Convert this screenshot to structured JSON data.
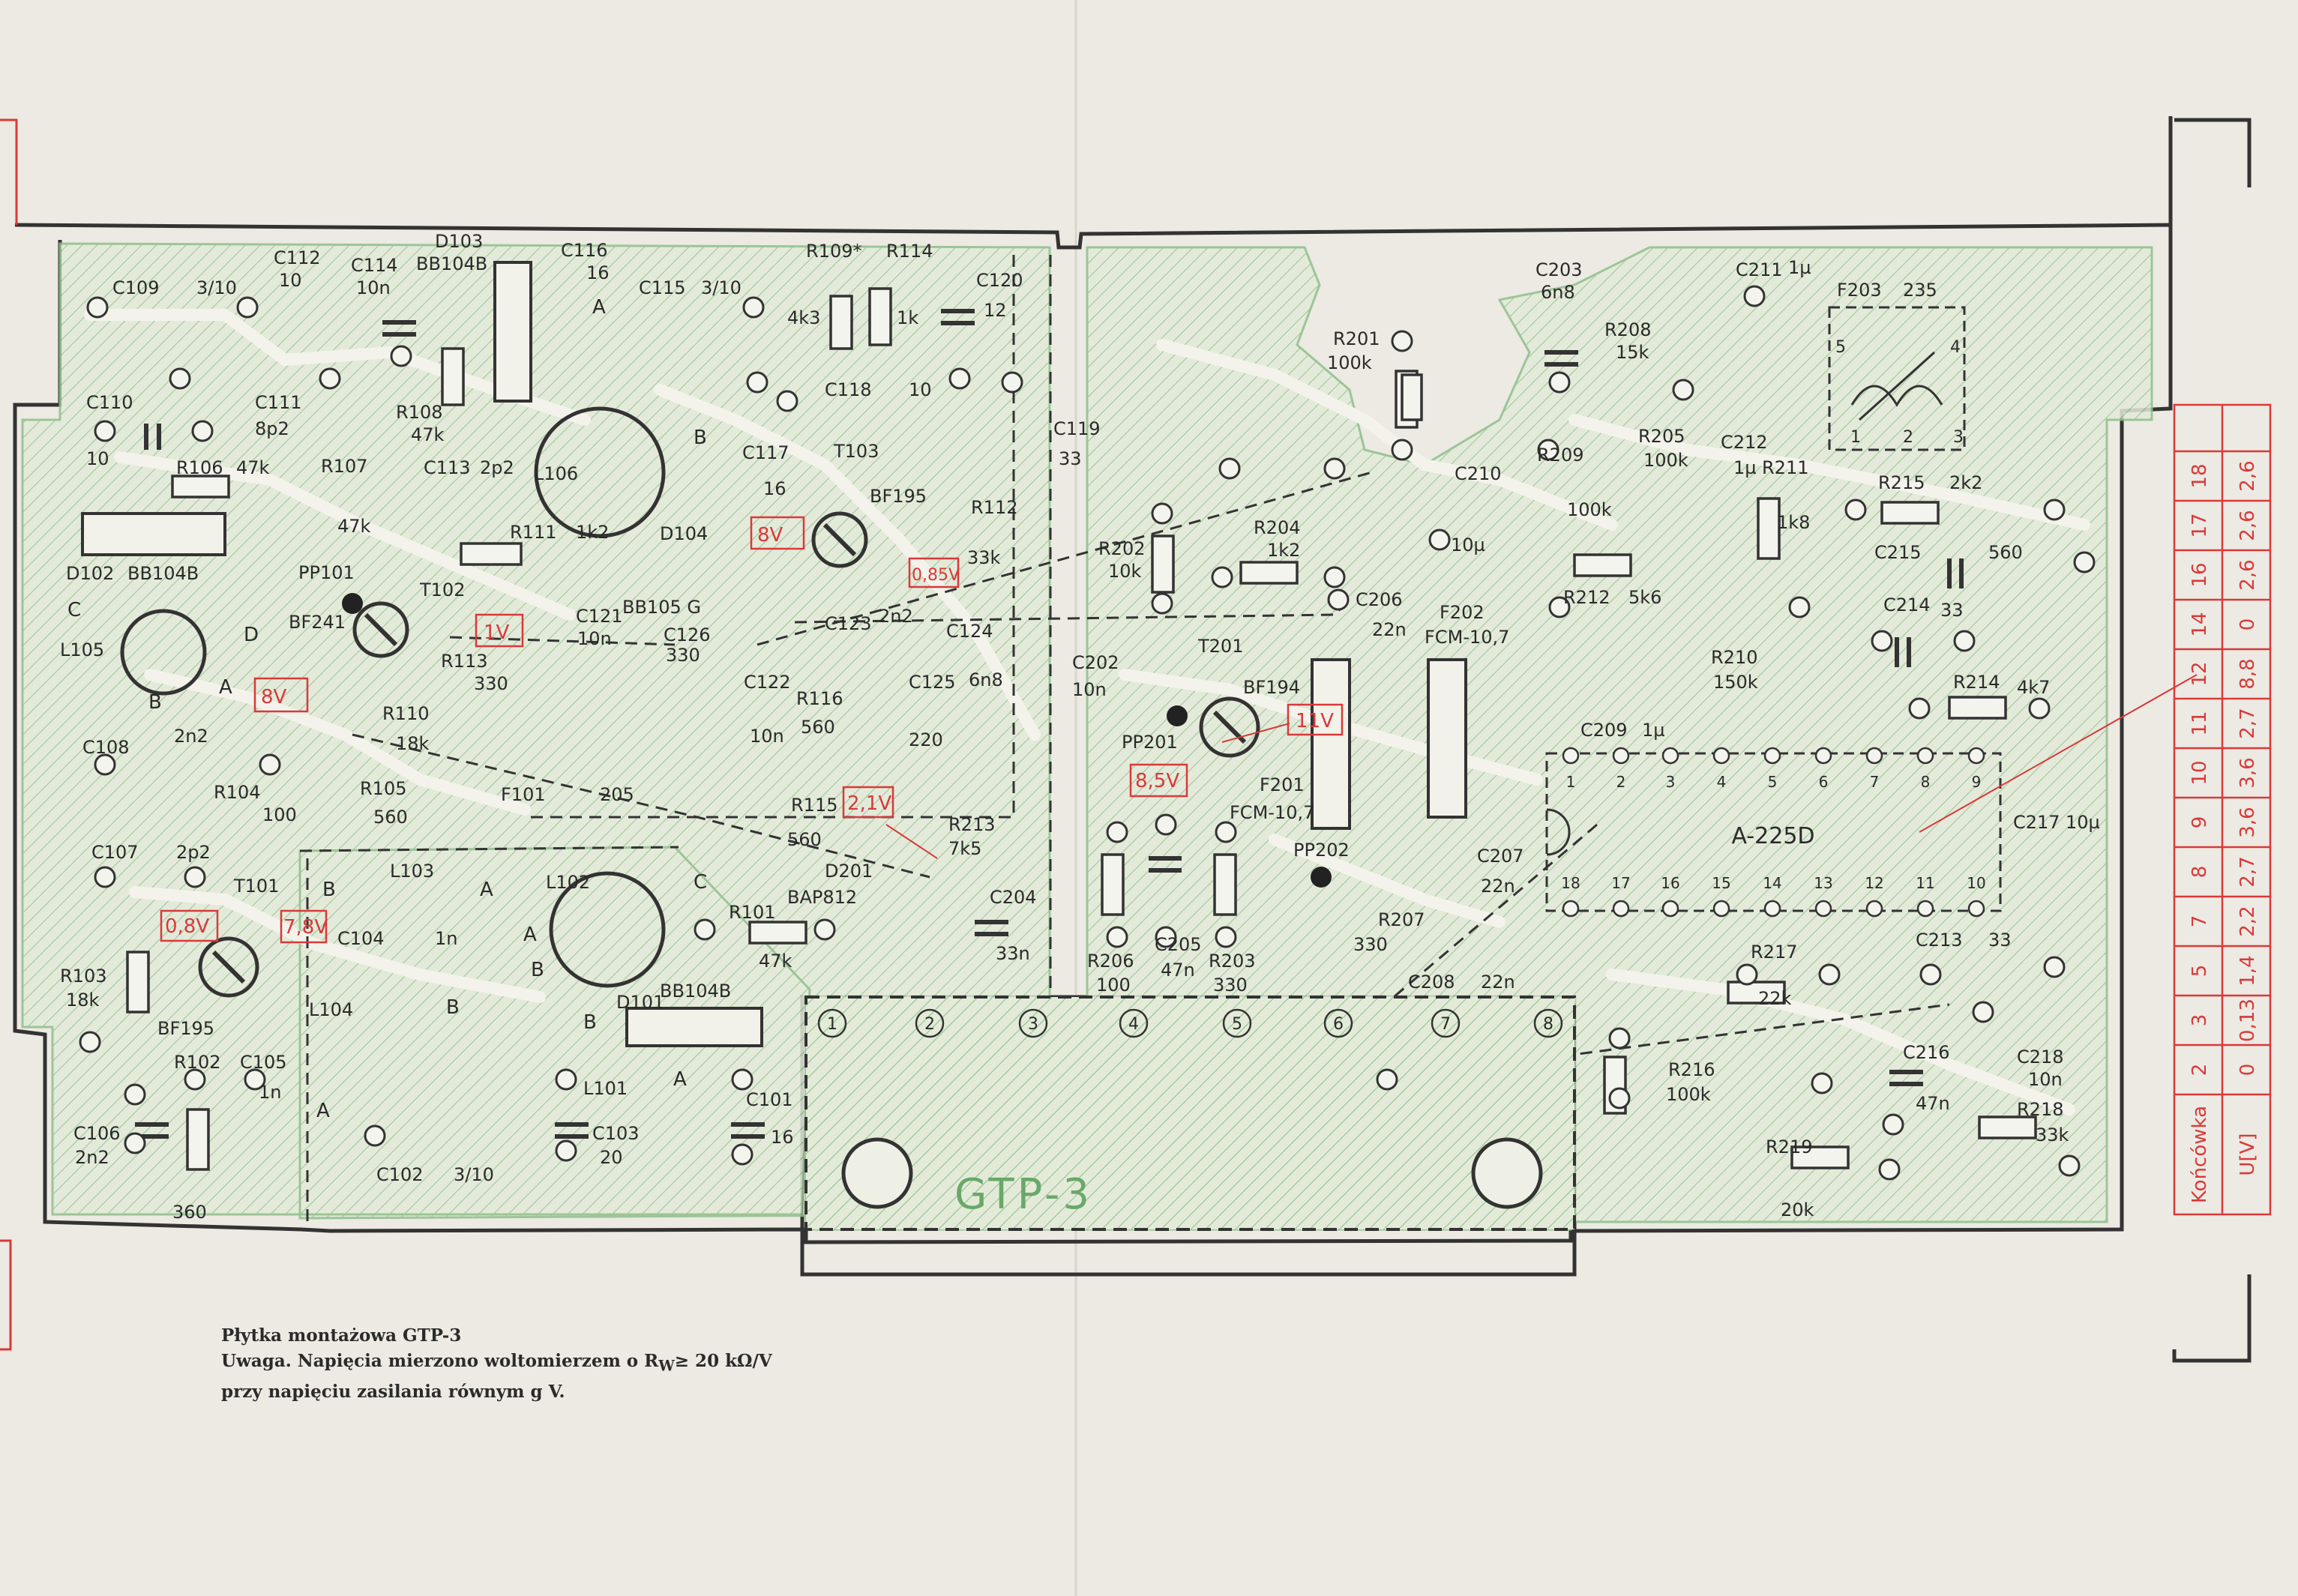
{
  "board_label": "GTP-3",
  "caption": {
    "line1": "Płytka montażowa GTP-3",
    "line2": "Uwaga. Napięcia mierzono woltomierzem o R",
    "line2_sub": "W",
    "line2_tail": "≥ 20 kΩ/V",
    "line3": "przy napięciu zasilania równym g V."
  },
  "colors": {
    "paper": "#eceae3",
    "ink": "#2a2a2a",
    "board_fill": "#e3ebd8",
    "hatch": "#9cc49a",
    "voltage_red": "#d83a3a"
  },
  "components": [
    {
      "ref": "C109",
      "value": "3/10"
    },
    {
      "ref": "C112",
      "value": "10"
    },
    {
      "ref": "C114",
      "value": "10n"
    },
    {
      "ref": "D103",
      "value": "BB104B"
    },
    {
      "ref": "C116",
      "value": "16"
    },
    {
      "ref": "C115",
      "value": "3/10"
    },
    {
      "ref": "R109*",
      "value": "4k3"
    },
    {
      "ref": "R114",
      "value": "1k"
    },
    {
      "ref": "C120",
      "value": "12"
    },
    {
      "ref": "C110",
      "value": "10"
    },
    {
      "ref": "C111",
      "value": "8p2"
    },
    {
      "ref": "R108",
      "value": "47k"
    },
    {
      "ref": "C118",
      "value": "10"
    },
    {
      "ref": "C119",
      "value": "33"
    },
    {
      "ref": "R106",
      "value": "47k"
    },
    {
      "ref": "R107",
      "value": "47k"
    },
    {
      "ref": "C113",
      "value": "2p2"
    },
    {
      "ref": "L106",
      "value": ""
    },
    {
      "ref": "C117",
      "value": "16"
    },
    {
      "ref": "T103",
      "value": "BF195"
    },
    {
      "ref": "R112",
      "value": "33k"
    },
    {
      "ref": "D102",
      "value": "BB104B"
    },
    {
      "ref": "R111",
      "value": "1k2"
    },
    {
      "ref": "D104",
      "value": "BB105 G"
    },
    {
      "ref": "PP101",
      "value": ""
    },
    {
      "ref": "T102",
      "value": "BF241"
    },
    {
      "ref": "C121",
      "value": "10n"
    },
    {
      "ref": "C123",
      "value": "2n2"
    },
    {
      "ref": "C124",
      "value": "6n8"
    },
    {
      "ref": "L105",
      "value": ""
    },
    {
      "ref": "R113",
      "value": "330"
    },
    {
      "ref": "C126",
      "value": "330"
    },
    {
      "ref": "C122",
      "value": "10n"
    },
    {
      "ref": "R116",
      "value": "560"
    },
    {
      "ref": "C125",
      "value": "220"
    },
    {
      "ref": "R110",
      "value": "18k"
    },
    {
      "ref": "C108",
      "value": "2n2"
    },
    {
      "ref": "R104",
      "value": "100"
    },
    {
      "ref": "R105",
      "value": "560"
    },
    {
      "ref": "F101",
      "value": "205"
    },
    {
      "ref": "R115",
      "value": "560"
    },
    {
      "ref": "R213",
      "value": "7k5"
    },
    {
      "ref": "C107",
      "value": "2p2"
    },
    {
      "ref": "T101",
      "value": "BF195"
    },
    {
      "ref": "L103",
      "value": ""
    },
    {
      "ref": "L102",
      "value": ""
    },
    {
      "ref": "D201",
      "value": "BAP812"
    },
    {
      "ref": "C204",
      "value": "33n"
    },
    {
      "ref": "R101",
      "value": "47k"
    },
    {
      "ref": "C104",
      "value": "1n"
    },
    {
      "ref": "R103",
      "value": "18k"
    },
    {
      "ref": "L104",
      "value": ""
    },
    {
      "ref": "D101",
      "value": "BB104B"
    },
    {
      "ref": "R102",
      "value": "360"
    },
    {
      "ref": "C105",
      "value": "1n"
    },
    {
      "ref": "L101",
      "value": ""
    },
    {
      "ref": "C101",
      "value": "16"
    },
    {
      "ref": "C106",
      "value": "2n2"
    },
    {
      "ref": "C102",
      "value": "3/10"
    },
    {
      "ref": "C103",
      "value": "20"
    },
    {
      "ref": "C203",
      "value": "6n8"
    },
    {
      "ref": "C211",
      "value": "1µ"
    },
    {
      "ref": "F203",
      "value": "235"
    },
    {
      "ref": "R201",
      "value": "100k"
    },
    {
      "ref": "R208",
      "value": "15k"
    },
    {
      "ref": "R205",
      "value": "100k"
    },
    {
      "ref": "C212",
      "value": "1µ"
    },
    {
      "ref": "R209",
      "value": "100k"
    },
    {
      "ref": "C210",
      "value": "10µ"
    },
    {
      "ref": "R211",
      "value": "1k8"
    },
    {
      "ref": "R215",
      "value": "2k2"
    },
    {
      "ref": "R202",
      "value": "10k"
    },
    {
      "ref": "R204",
      "value": "1k2"
    },
    {
      "ref": "R212",
      "value": "5k6"
    },
    {
      "ref": "C215",
      "value": "560"
    },
    {
      "ref": "C206",
      "value": "22n"
    },
    {
      "ref": "F202",
      "value": "FCM-10,7"
    },
    {
      "ref": "C214",
      "value": "33"
    },
    {
      "ref": "C202",
      "value": "10n"
    },
    {
      "ref": "T201",
      "value": "BF194"
    },
    {
      "ref": "R210",
      "value": "150k"
    },
    {
      "ref": "R214",
      "value": "4k7"
    },
    {
      "ref": "PP201",
      "value": ""
    },
    {
      "ref": "C209",
      "value": "1µ"
    },
    {
      "ref": "F201",
      "value": "FCM-10,7"
    },
    {
      "ref": "C217",
      "value": "10µ"
    },
    {
      "ref": "PP202",
      "value": ""
    },
    {
      "ref": "C207",
      "value": "22n"
    },
    {
      "ref": "R207",
      "value": "330"
    },
    {
      "ref": "R206",
      "value": "100"
    },
    {
      "ref": "C205",
      "value": "47n"
    },
    {
      "ref": "R203",
      "value": "330"
    },
    {
      "ref": "C208",
      "value": "22n"
    },
    {
      "ref": "C213",
      "value": "33"
    },
    {
      "ref": "R217",
      "value": "22k"
    },
    {
      "ref": "R216",
      "value": "100k"
    },
    {
      "ref": "C216",
      "value": "47n"
    },
    {
      "ref": "C218",
      "value": "10n"
    },
    {
      "ref": "R219",
      "value": "20k"
    },
    {
      "ref": "R218",
      "value": "33k"
    }
  ],
  "ic": {
    "ref": "A-225D",
    "top_pins": [
      "1",
      "2",
      "3",
      "4",
      "5",
      "6",
      "7",
      "8",
      "9"
    ],
    "bottom_pins": [
      "18",
      "17",
      "16",
      "15",
      "14",
      "13",
      "12",
      "11",
      "10"
    ]
  },
  "filter_pins": [
    "5",
    "4",
    "1",
    "2",
    "3"
  ],
  "voltages": [
    "8V",
    "0,85V",
    "1V",
    "8V",
    "2,1V",
    "11V",
    "8,5V",
    "0,8V",
    "7,8V"
  ],
  "connector_numbers": [
    "1",
    "2",
    "3",
    "4",
    "5",
    "6",
    "7",
    "8"
  ],
  "pin_letters": [
    "A",
    "B",
    "C",
    "D"
  ],
  "terminal_table": {
    "row_label_1": "Końcówka",
    "row_label_2": "U[V]",
    "terminals": [
      "2",
      "3",
      "5",
      "7",
      "8",
      "9",
      "10",
      "11",
      "12",
      "14",
      "16",
      "17",
      "18"
    ],
    "voltages": [
      "0",
      "0,13",
      "1,4",
      "2,2",
      "2,7",
      "3,6",
      "3,6",
      "2,7",
      "8,8",
      "0",
      "2,6",
      "2,6",
      "2,6"
    ]
  }
}
